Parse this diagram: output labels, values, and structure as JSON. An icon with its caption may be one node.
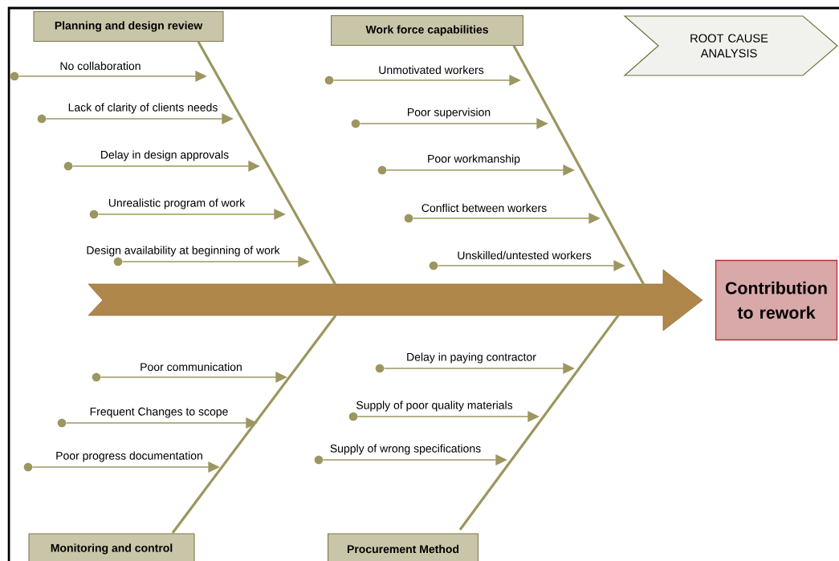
{
  "diagram": {
    "nodes": [
      {
        "text": [
          "Planning and design review"
        ]
      },
      {
        "text": [
          "Work force capabilities"
        ]
      },
      {
        "text": [
          "Monitoring and control"
        ]
      },
      {
        "text": [
          "Procurement Method"
        ]
      },
      {
        "text": [
          "Contribution to rework"
        ]
      },
      {
        "text": [
          "ROOT CAUSE ANALYSIS"
        ]
      },
      {
        "text": [],
        "shape": "circle"
      },
      {
        "text": [],
        "shape": "circle"
      },
      {
        "text": [],
        "shape": "circle"
      },
      {
        "text": [],
        "shape": "circle"
      },
      {
        "text": [],
        "shape": "circle"
      },
      {
        "text": [],
        "shape": "circle"
      },
      {
        "text": [],
        "shape": "circle"
      },
      {
        "text": [],
        "shape": "circle"
      },
      {
        "text": [],
        "shape": "circle"
      },
      {
        "text": [],
        "shape": "circle"
      },
      {
        "text": [],
        "shape": "circle"
      },
      {
        "text": [],
        "shape": "circle"
      },
      {
        "text": [],
        "shape": "circle"
      },
      {
        "text": [],
        "shape": "circle"
      },
      {
        "text": [],
        "shape": "circle"
      },
      {
        "text": [],
        "shape": "circle"
      }
    ],
    "edges": [
      {
        "from": null,
        "to": 4,
        "arrow": "to",
        "style": "thick",
        "color": "#b0874a"
      },
      {
        "from": 0,
        "to": null,
        "arrow": "none"
      },
      {
        "from": 1,
        "to": null,
        "arrow": "none"
      },
      {
        "from": 2,
        "to": null,
        "arrow": "none"
      },
      {
        "from": 3,
        "to": null,
        "arrow": "none"
      },
      {
        "from": 6,
        "to": null,
        "arrow": "to",
        "label": "No collaboration"
      },
      {
        "from": 7,
        "to": null,
        "arrow": "to",
        "label": "Lack of clarity of clients needs"
      },
      {
        "from": 8,
        "to": null,
        "arrow": "to",
        "label": "Delay in design approvals"
      },
      {
        "from": 9,
        "to": null,
        "arrow": "to",
        "label": "Unrealistic program of work"
      },
      {
        "from": 10,
        "to": null,
        "arrow": "to",
        "label": "Design availability at beginning of work"
      },
      {
        "from": 11,
        "to": null,
        "arrow": "to",
        "label": "Unmotivated workers"
      },
      {
        "from": 12,
        "to": null,
        "arrow": "to",
        "label": "Poor supervision"
      },
      {
        "from": 13,
        "to": null,
        "arrow": "to",
        "label": "Poor workmanship"
      },
      {
        "from": 14,
        "to": null,
        "arrow": "to",
        "label": "Conflict between workers"
      },
      {
        "from": 15,
        "to": null,
        "arrow": "to",
        "label": "Unskilled/untested workers"
      },
      {
        "from": 16,
        "to": null,
        "arrow": "to",
        "label": "Poor communication"
      },
      {
        "from": 17,
        "to": null,
        "arrow": "to",
        "label": "Frequent Changes to scope"
      },
      {
        "from": 18,
        "to": null,
        "arrow": "to",
        "label": "Poor progress documentation"
      },
      {
        "from": 19,
        "to": null,
        "arrow": "to",
        "label": "Delay in paying contractor"
      },
      {
        "from": 20,
        "to": null,
        "arrow": "to",
        "label": "Supply of poor quality materials"
      },
      {
        "from": 21,
        "to": null,
        "arrow": "to",
        "label": "Supply of wrong specifications"
      }
    ]
  }
}
